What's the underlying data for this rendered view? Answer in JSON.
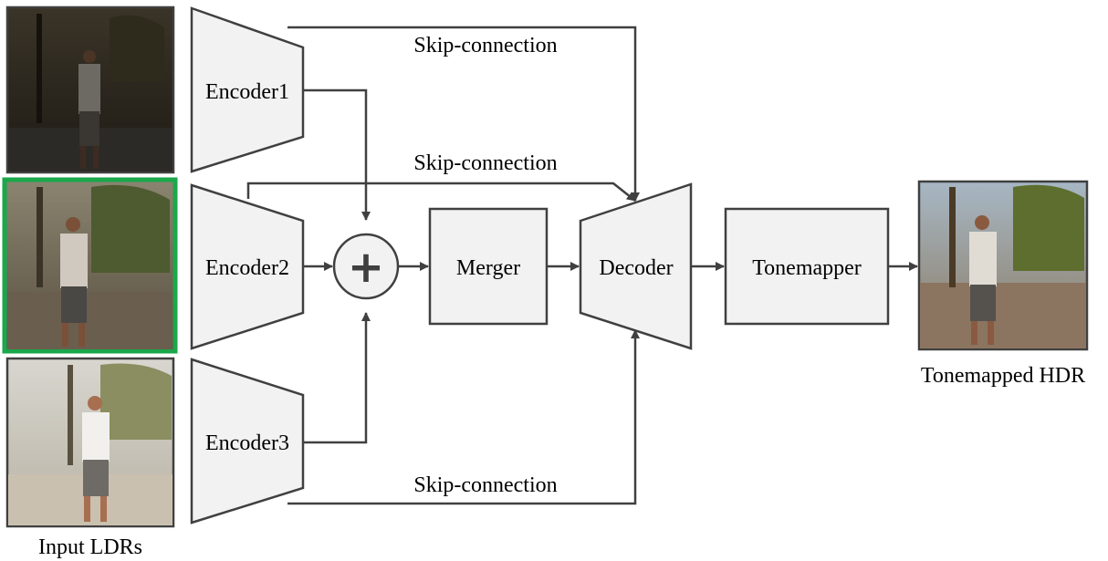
{
  "diagram": {
    "input_label": "Input LDRs",
    "output_label": "Tonemapped HDR",
    "encoders": [
      "Encoder1",
      "Encoder2",
      "Encoder3"
    ],
    "fusion_symbol": "+",
    "merger_label": "Merger",
    "decoder_label": "Decoder",
    "tonemapper_label": "Tonemapper",
    "skip_labels": [
      "Skip-connection",
      "Skip-connection",
      "Skip-connection"
    ],
    "colors": {
      "stroke": "#404040",
      "block_fill": "#f2f2f2",
      "reference_frame_border": "#1aa84a",
      "frame_border": "#404040"
    },
    "images": [
      {
        "name": "ldr-short-exposure",
        "icon": "photo-dark"
      },
      {
        "name": "ldr-reference-exposure",
        "icon": "photo-medium",
        "highlighted": true
      },
      {
        "name": "ldr-long-exposure",
        "icon": "photo-bright"
      },
      {
        "name": "hdr-output",
        "icon": "photo-tonemapped"
      }
    ]
  }
}
